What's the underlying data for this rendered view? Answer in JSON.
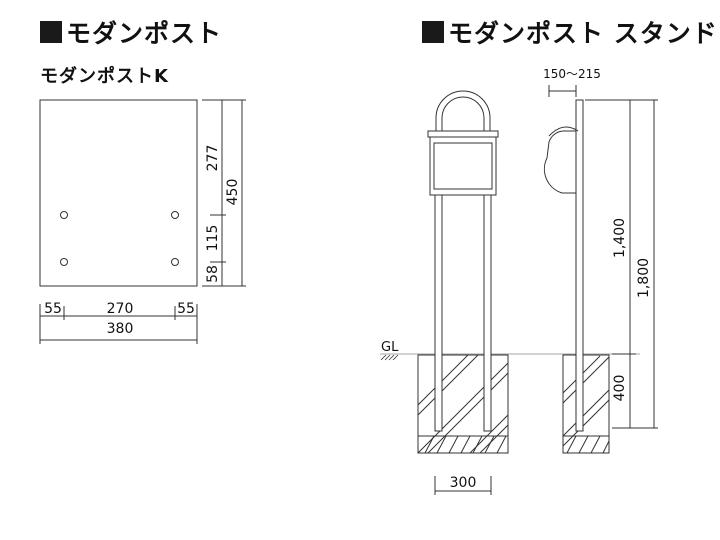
{
  "left": {
    "heading": "モダンポスト",
    "subheading": "モダンポストK",
    "dims": {
      "top": "277",
      "middle": "115",
      "bottom": "58",
      "height_total": "450",
      "left_margin": "55",
      "center": "270",
      "right_margin": "55",
      "width_total": "380"
    }
  },
  "right": {
    "heading": "モダンポスト スタンド",
    "dims": {
      "offset": "150〜215",
      "post_above": "1,400",
      "post_total": "1,800",
      "buried": "400",
      "foundation_width": "300",
      "ground_label": "GL"
    }
  }
}
